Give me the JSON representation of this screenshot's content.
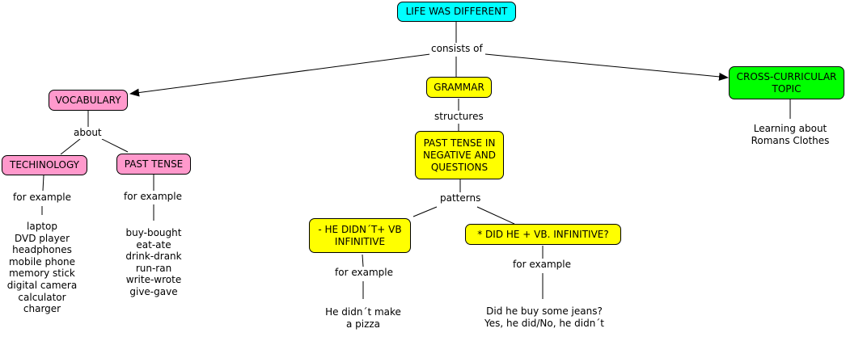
{
  "map": {
    "root": "LIFE WAS DIFFERENT",
    "root_link": "consists of",
    "vocabulary": {
      "title": "VOCABULARY",
      "link": "about",
      "technology": {
        "title": "TECHINOLOGY",
        "link": "for example",
        "examples": "laptop\nDVD player\nheadphones\nmobile phone\nmemory stick\ndigital camera\ncalculator\ncharger"
      },
      "past_tense": {
        "title": "PAST TENSE",
        "link": "for example",
        "examples": "buy-bought\neat-ate\ndrink-drank\nrun-ran\nwrite-wrote\ngive-gave"
      }
    },
    "grammar": {
      "title": "GRAMMAR",
      "link": "structures",
      "past_neg_q": {
        "title": "PAST TENSE IN\nNEGATIVE AND\nQUESTIONS",
        "link": "patterns",
        "negative": {
          "title": "- HE DIDN´T+ VB\nINFINITIVE",
          "link": "for example",
          "example": "He didn´t make\na pizza"
        },
        "question": {
          "title": "* DID HE + VB. INFINITIVE?",
          "link": "for example",
          "example": "Did he buy some jeans?\nYes, he did/No, he didn´t"
        }
      }
    },
    "cross": {
      "title": "CROSS-CURRICULAR\nTOPIC",
      "example": "Learning about\nRomans Clothes"
    }
  },
  "colors": {
    "root": "#00ffff",
    "vocabulary": "#ff99cc",
    "grammar": "#ffff00",
    "cross": "#00ff00"
  }
}
